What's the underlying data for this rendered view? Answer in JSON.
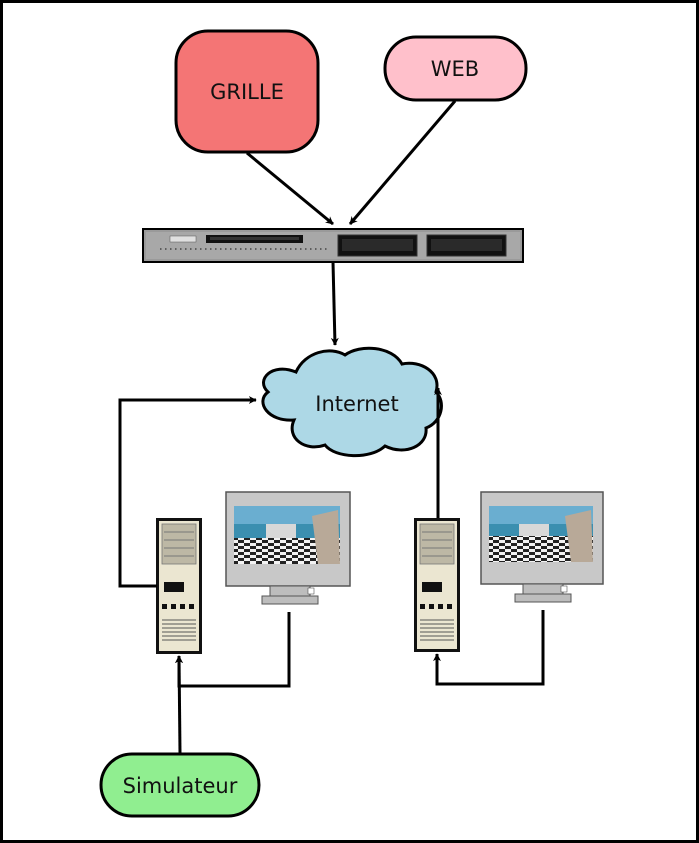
{
  "nodes": {
    "grille": {
      "label": "GRILLE",
      "color": "#f47575"
    },
    "web": {
      "label": "WEB",
      "color": "#ffc0cb"
    },
    "internet": {
      "label": "Internet",
      "color": "#add8e6"
    },
    "simulateur": {
      "label": "Simulateur",
      "color": "#90ee90"
    }
  },
  "icons": {
    "server": "rack-server-icon",
    "workstation_left": "desktop-computer-icon",
    "workstation_right": "desktop-computer-icon"
  }
}
